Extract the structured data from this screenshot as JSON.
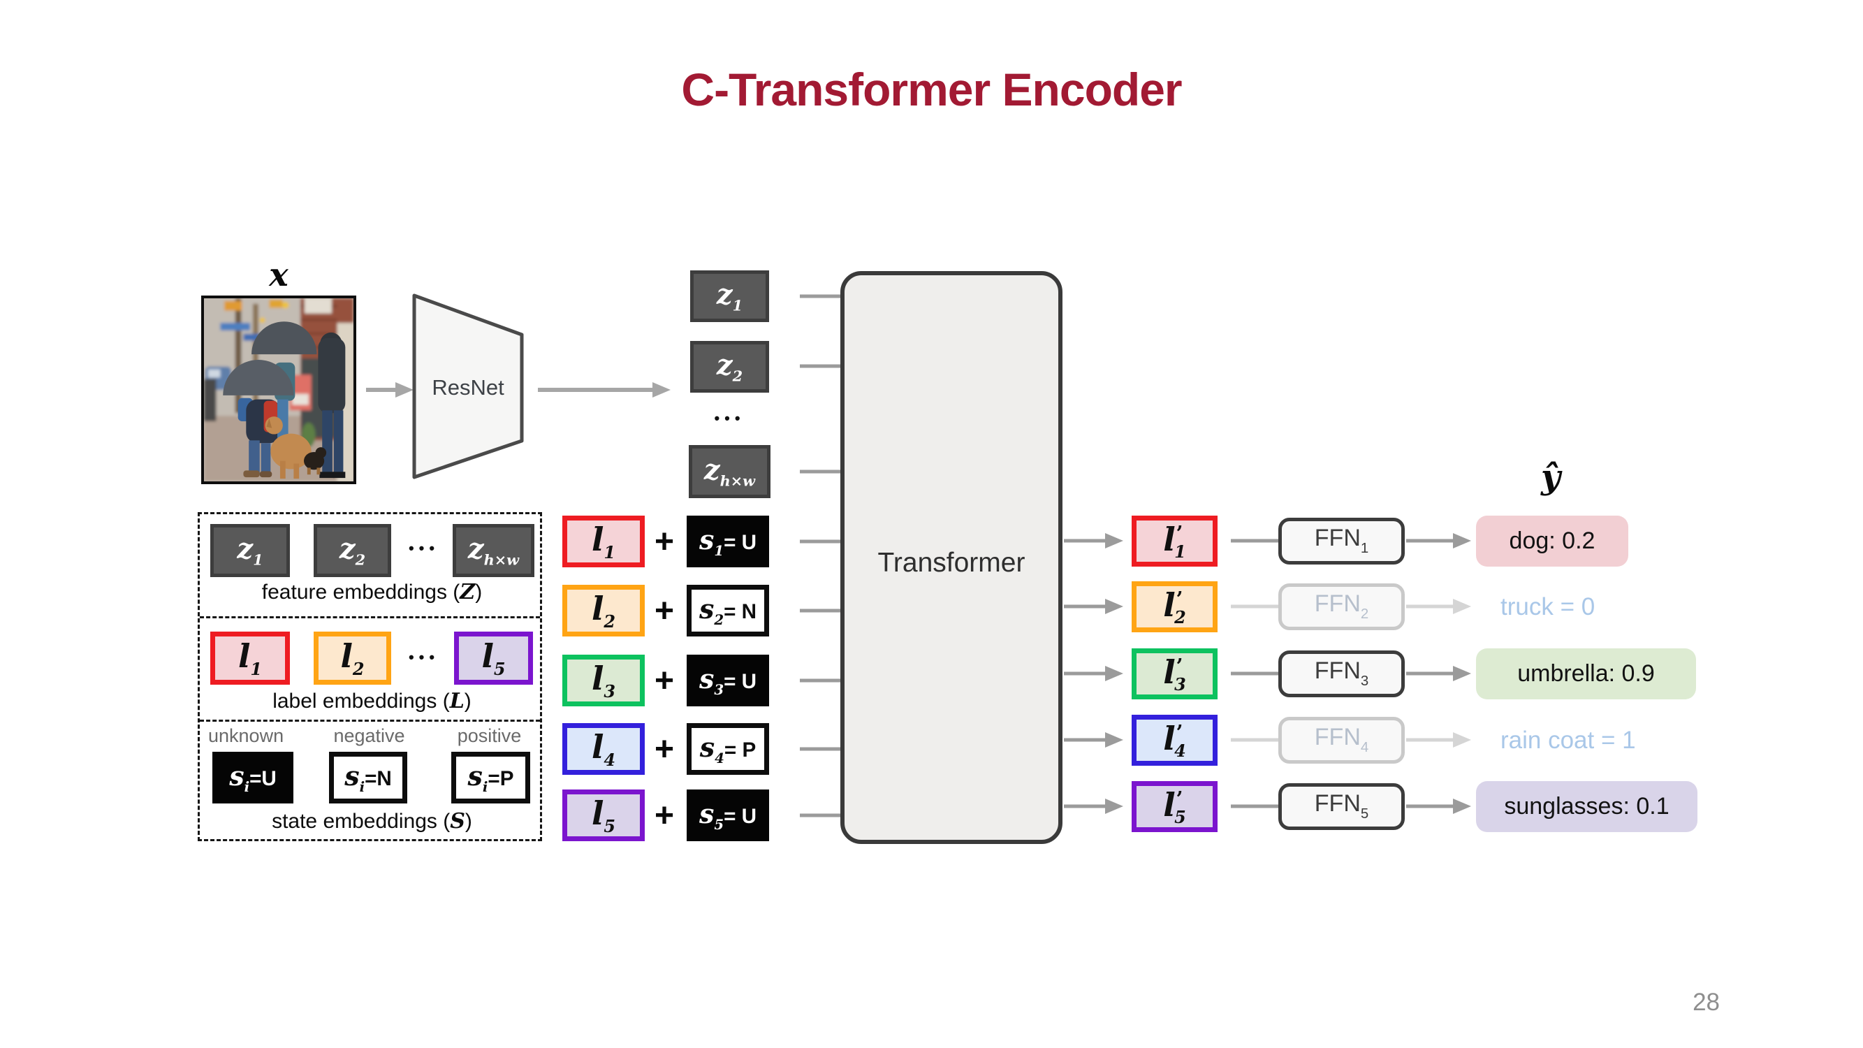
{
  "title": "C-Transformer Encoder",
  "page_number": "28",
  "photo": {
    "label": "x"
  },
  "resnet": {
    "label": "ResNet"
  },
  "transformer": {
    "label": "Transformer"
  },
  "z_stack": {
    "z1": {
      "base": "z",
      "sub": "1"
    },
    "z2": {
      "base": "z",
      "sub": "2"
    },
    "zhw": {
      "base": "z",
      "sub": "h×w"
    },
    "dots": "•••"
  },
  "legend": {
    "dots": "•••",
    "feature_caption_pre": "feature embeddings (",
    "feature_caption_var": "Z",
    "feature_caption_post": ")",
    "label_caption_pre": "label embeddings (",
    "label_caption_var": "L",
    "label_caption_post": ")",
    "state_caption_pre": "state embeddings (",
    "state_caption_var": "S",
    "state_caption_post": ")",
    "headers": [
      "unknown",
      "negative",
      "positive"
    ],
    "z1": {
      "base": "z",
      "sub": "1"
    },
    "z2": {
      "base": "z",
      "sub": "2"
    },
    "zhw": {
      "base": "z",
      "sub": "h×w"
    },
    "l1": {
      "base": "l",
      "sub": "1"
    },
    "l2": {
      "base": "l",
      "sub": "2"
    },
    "l5": {
      "base": "l",
      "sub": "5"
    },
    "su": {
      "base": "s",
      "sub": "i",
      "eq": "=U"
    },
    "sn": {
      "base": "s",
      "sub": "i",
      "eq": "=N"
    },
    "sp": {
      "base": "s",
      "sub": "i",
      "eq": "=P"
    }
  },
  "yhat": "ŷ",
  "rows": [
    {
      "l_base": "l",
      "l_sub": "1",
      "plus": "+",
      "s_base": "s",
      "s_sub": "1",
      "s_eq": "= U",
      "out_base": "l",
      "out_prime": "’",
      "out_sub": "1",
      "ffn_base": "FFN",
      "ffn_sub": "1",
      "result": "dog: 0.2"
    },
    {
      "l_base": "l",
      "l_sub": "2",
      "plus": "+",
      "s_base": "s",
      "s_sub": "2",
      "s_eq": "= N",
      "out_base": "l",
      "out_prime": "’",
      "out_sub": "2",
      "ffn_base": "FFN",
      "ffn_sub": "2",
      "result": "truck = 0"
    },
    {
      "l_base": "l",
      "l_sub": "3",
      "plus": "+",
      "s_base": "s",
      "s_sub": "3",
      "s_eq": "= U",
      "out_base": "l",
      "out_prime": "’",
      "out_sub": "3",
      "ffn_base": "FFN",
      "ffn_sub": "3",
      "result": "umbrella: 0.9"
    },
    {
      "l_base": "l",
      "l_sub": "4",
      "plus": "+",
      "s_base": "s",
      "s_sub": "4",
      "s_eq": "= P",
      "out_base": "l",
      "out_prime": "’",
      "out_sub": "4",
      "ffn_base": "FFN",
      "ffn_sub": "4",
      "result": "rain coat = 1"
    },
    {
      "l_base": "l",
      "l_sub": "5",
      "plus": "+",
      "s_base": "s",
      "s_sub": "5",
      "s_eq": "= U",
      "out_base": "l",
      "out_prime": "’",
      "out_sub": "5",
      "ffn_base": "FFN",
      "ffn_sub": "5",
      "result": "sunglasses: 0.1"
    }
  ],
  "colors": {
    "title": "#A21A33",
    "row1-border": "#EE1C22",
    "row1-fill": "#F5D3D7",
    "row1-chip": "#F2CFD3",
    "row2-border": "#FFA414",
    "row2-fill": "#FDE8CE",
    "row3-border": "#0DC25F",
    "row3-fill": "#DCEAD3",
    "row3-chip": "#DDEBD2",
    "row4-border": "#3320DC",
    "row4-fill": "#DCE7FA",
    "row5-border": "#7B15CE",
    "row5-fill": "#DAD3EA",
    "row5-chip": "#D9D4E9",
    "muted-text": "#A9C7E8",
    "token-fill": "#595959",
    "token-border": "#3D3D3D",
    "arrow": "#9B9B9B",
    "arrow-muted": "#D5D5D5"
  }
}
